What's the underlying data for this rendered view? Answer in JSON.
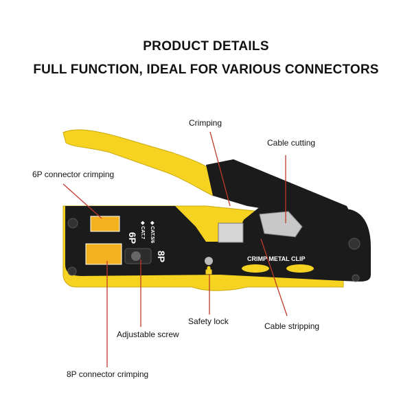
{
  "heading": {
    "title": "PRODUCT DETAILS",
    "subtitle": "FULL FUNCTION, IDEAL FOR VARIOUS CONNECTORS"
  },
  "callouts": {
    "crimping": "Crimping",
    "cable_cutting": "Cable cutting",
    "p6_connector": "6P connector crimping",
    "adjustable_screw": "Adjustable screw",
    "safety_lock": "Safety lock",
    "cable_stripping": "Cable stripping",
    "p8_connector": "8P connector crimping"
  },
  "tool_markings": {
    "label_6p": "6P",
    "label_8p": "8P",
    "label_cat7": "◆ CAT.7",
    "label_cat56": "◆ CAT.5/6",
    "label_crimp_clip": "CRIMP METAL CLIP"
  },
  "colors": {
    "handle_yellow": "#f5d320",
    "body_black": "#1b1b1b",
    "leader_red": "#c0392b"
  }
}
